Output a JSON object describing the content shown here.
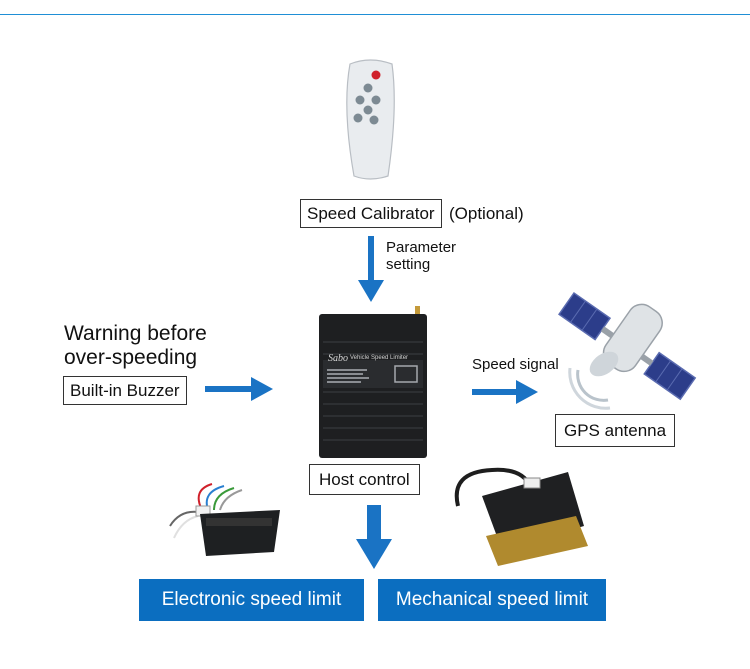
{
  "colors": {
    "accent": "#1f8fd6",
    "arrow": "#1a73c4",
    "button": "#0b6ec0"
  },
  "remote": {
    "icon": "remote-control-icon"
  },
  "calibrator": {
    "label": "Speed Calibrator",
    "optional": "(Optional)"
  },
  "parameter": {
    "line1": "Parameter",
    "line2": "setting"
  },
  "warning": {
    "line1": "Warning before",
    "line2": "over-speeding"
  },
  "buzzer": {
    "label": "Built-in Buzzer"
  },
  "host": {
    "label": "Host control",
    "device_brand": "Sabo",
    "device_title": "Vehicle Speed Limiter"
  },
  "speed_signal": {
    "label": "Speed signal"
  },
  "gps": {
    "label": "GPS antenna",
    "icon": "satellite-icon"
  },
  "bottom": {
    "electronic": "Electronic speed limit",
    "mechanical": "Mechanical speed limit"
  }
}
